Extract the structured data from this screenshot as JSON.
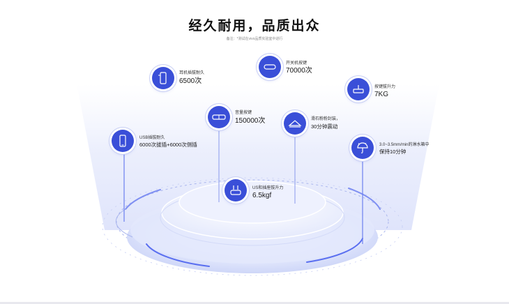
{
  "header": {
    "title": "经久耐用，品质出众",
    "note": "备注：*测试在vivo品质实验室中进行"
  },
  "features": [
    {
      "id": "earphone",
      "icon": "earphone-device-icon",
      "label": "耳机插拔耐久",
      "value": "6500次"
    },
    {
      "id": "power",
      "icon": "power-button-icon",
      "label": "开关机按键",
      "value": "70000次"
    },
    {
      "id": "keypull",
      "icon": "key-pull-icon",
      "label": "按键拔升力",
      "value": "7KG"
    },
    {
      "id": "volume",
      "icon": "volume-button-icon",
      "label": "音量按键",
      "value": "150000次"
    },
    {
      "id": "slide",
      "icon": "slide-cover-icon",
      "label": "滑石粉粉封装，",
      "value": "30分钟震动"
    },
    {
      "id": "usb",
      "icon": "usb-phone-icon",
      "label": "USB插拔耐久",
      "value": "6000次拔插+6000次侧插"
    },
    {
      "id": "rain",
      "icon": "umbrella-rain-icon",
      "label": "3.0~3.5mm/min的淋水箱中",
      "value": "保持10分钟"
    },
    {
      "id": "usbforce",
      "icon": "usb-port-icon",
      "label": "US和插座拔升力",
      "value": "6.5kgf"
    }
  ]
}
